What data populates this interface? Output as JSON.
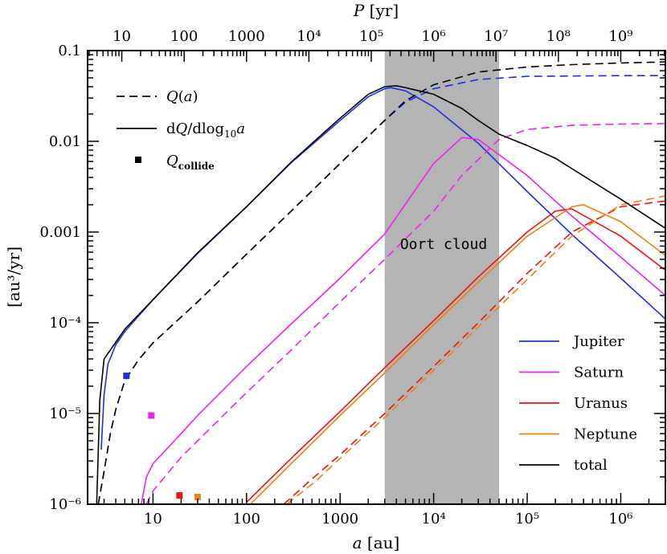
{
  "chart_data": {
    "type": "line",
    "xlabel": "a [au]",
    "ylabel": "[au³/yr]",
    "top_xlabel": "P [yr]",
    "x_scale": "log",
    "y_scale": "log",
    "xlim": [
      2,
      3000000
    ],
    "ylim": [
      1e-06,
      0.1
    ],
    "x_ticks": [
      {
        "value": 10,
        "label": "10"
      },
      {
        "value": 100,
        "label": "100"
      },
      {
        "value": 1000,
        "label": "1000"
      },
      {
        "value": 10000,
        "label": "10⁴"
      },
      {
        "value": 100000,
        "label": "10⁵"
      },
      {
        "value": 1000000,
        "label": "10⁶"
      }
    ],
    "y_ticks": [
      {
        "value": 1e-06,
        "label": "10⁻⁶"
      },
      {
        "value": 1e-05,
        "label": "10⁻⁵"
      },
      {
        "value": 0.0001,
        "label": "10⁻⁴"
      },
      {
        "value": 0.001,
        "label": "0.001"
      },
      {
        "value": 0.01,
        "label": "0.01"
      },
      {
        "value": 0.1,
        "label": "0.1"
      }
    ],
    "top_ticks": [
      {
        "value": 10,
        "label": "10"
      },
      {
        "value": 100,
        "label": "100"
      },
      {
        "value": 1000,
        "label": "1000"
      },
      {
        "value": 10000,
        "label": "10⁴"
      },
      {
        "value": 100000,
        "label": "10⁵"
      },
      {
        "value": 1000000,
        "label": "10⁶"
      },
      {
        "value": 10000000,
        "label": "10⁷"
      },
      {
        "value": 100000000,
        "label": "10⁸"
      },
      {
        "value": 1000000000,
        "label": "10⁹"
      }
    ],
    "shaded_region": {
      "x": [
        3000,
        50000
      ],
      "label": "Oort cloud",
      "color": "#b4b4b4"
    },
    "style_legend": [
      {
        "label": "Q(a)",
        "style": "dashed"
      },
      {
        "label": "dQ/dlog₁₀a",
        "style": "solid"
      },
      {
        "label": "Q_collide",
        "style": "marker"
      }
    ],
    "series": [
      {
        "name": "Jupiter",
        "color": "#1f2fe0",
        "solid": [
          [
            2.8,
            4e-06
          ],
          [
            3,
            1.6e-05
          ],
          [
            3.3,
            3.5e-05
          ],
          [
            4,
            5.7e-05
          ],
          [
            5,
            8e-05
          ],
          [
            10,
            0.00018
          ],
          [
            30,
            0.00058
          ],
          [
            100,
            0.0019
          ],
          [
            300,
            0.0058
          ],
          [
            1000,
            0.017
          ],
          [
            2000,
            0.031
          ],
          [
            3000,
            0.038
          ],
          [
            3500,
            0.039
          ],
          [
            5000,
            0.036
          ],
          [
            10000,
            0.024
          ],
          [
            30000,
            0.0095
          ],
          [
            100000,
            0.0028
          ],
          [
            300000,
            0.00094
          ],
          [
            1000000,
            0.00031
          ],
          [
            3000000,
            0.00011
          ]
        ],
        "dashed": [
          [
            2.6,
            1e-06
          ],
          [
            3,
            2.3e-06
          ],
          [
            3.5,
            6e-06
          ],
          [
            4,
            1.1e-05
          ],
          [
            5,
            2.3e-05
          ],
          [
            7,
            3.9e-05
          ],
          [
            10,
            6e-05
          ],
          [
            30,
            0.00017
          ],
          [
            100,
            0.00057
          ],
          [
            300,
            0.0017
          ],
          [
            1000,
            0.0057
          ],
          [
            3000,
            0.017
          ],
          [
            5000,
            0.027
          ],
          [
            10000,
            0.038
          ],
          [
            30000,
            0.048
          ],
          [
            100000,
            0.052
          ],
          [
            1000000,
            0.053
          ],
          [
            3000000,
            0.053
          ]
        ]
      },
      {
        "name": "Saturn",
        "color": "#ee22ee",
        "solid": [
          [
            7.5,
            1e-06
          ],
          [
            8.5,
            2e-06
          ],
          [
            10,
            2.8e-06
          ],
          [
            20,
            6e-06
          ],
          [
            30,
            9.5e-06
          ],
          [
            100,
            3.3e-05
          ],
          [
            300,
            9.7e-05
          ],
          [
            1000,
            0.00031
          ],
          [
            3000,
            0.00095
          ],
          [
            10000,
            0.0057
          ],
          [
            20000,
            0.011
          ],
          [
            30000,
            0.0105
          ],
          [
            100000,
            0.0042
          ],
          [
            300000,
            0.0015
          ],
          [
            1000000,
            0.00053
          ],
          [
            3000000,
            0.0002
          ]
        ],
        "dashed": [
          [
            8.5,
            1e-06
          ],
          [
            10,
            1.4e-06
          ],
          [
            20,
            3.3e-06
          ],
          [
            30,
            5e-06
          ],
          [
            100,
            1.7e-05
          ],
          [
            300,
            5e-05
          ],
          [
            1000,
            0.00017
          ],
          [
            3000,
            0.0005
          ],
          [
            10000,
            0.0017
          ],
          [
            20000,
            0.0042
          ],
          [
            50000,
            0.0105
          ],
          [
            100000,
            0.0135
          ],
          [
            300000,
            0.015
          ],
          [
            1000000,
            0.0155
          ],
          [
            3000000,
            0.0157
          ]
        ]
      },
      {
        "name": "Uranus",
        "color": "#ee1111",
        "solid": [
          [
            100,
            1.05e-06
          ],
          [
            300,
            3.2e-06
          ],
          [
            1000,
            1.05e-05
          ],
          [
            3000,
            3.2e-05
          ],
          [
            10000,
            0.000105
          ],
          [
            30000,
            0.00032
          ],
          [
            100000,
            0.001
          ],
          [
            200000,
            0.0017
          ],
          [
            300000,
            0.0018
          ],
          [
            1000000,
            0.0009
          ],
          [
            3000000,
            0.00038
          ]
        ],
        "dashed": [
          [
            250,
            1e-06
          ],
          [
            500,
            1.9e-06
          ],
          [
            1000,
            3.5e-06
          ],
          [
            3000,
            1e-05
          ],
          [
            10000,
            3.3e-05
          ],
          [
            30000,
            0.0001
          ],
          [
            100000,
            0.00035
          ],
          [
            300000,
            0.001
          ],
          [
            1000000,
            0.0019
          ],
          [
            3000000,
            0.0022
          ]
        ]
      },
      {
        "name": "Neptune",
        "color": "#f08010",
        "solid": [
          [
            110,
            1e-06
          ],
          [
            300,
            2.8e-06
          ],
          [
            1000,
            9.5e-06
          ],
          [
            3000,
            2.8e-05
          ],
          [
            10000,
            9.5e-05
          ],
          [
            30000,
            0.00028
          ],
          [
            100000,
            0.0009
          ],
          [
            300000,
            0.0019
          ],
          [
            400000,
            0.002
          ],
          [
            1000000,
            0.0013
          ],
          [
            3000000,
            0.00055
          ]
        ],
        "dashed": [
          [
            270,
            1e-06
          ],
          [
            550,
            1.8e-06
          ],
          [
            1000,
            3.2e-06
          ],
          [
            3000,
            9e-06
          ],
          [
            10000,
            3e-05
          ],
          [
            30000,
            9e-05
          ],
          [
            100000,
            0.0003
          ],
          [
            300000,
            0.0009
          ],
          [
            1000000,
            0.002
          ],
          [
            3000000,
            0.0025
          ]
        ]
      },
      {
        "name": "total",
        "color": "#000000",
        "solid": [
          [
            2.5,
            1e-06
          ],
          [
            2.7,
            1.4e-05
          ],
          [
            3,
            4e-05
          ],
          [
            3.5,
            5e-05
          ],
          [
            5,
            8.5e-05
          ],
          [
            10,
            0.00018
          ],
          [
            30,
            0.00059
          ],
          [
            100,
            0.0019
          ],
          [
            300,
            0.0059
          ],
          [
            1000,
            0.018
          ],
          [
            2000,
            0.033
          ],
          [
            3000,
            0.04
          ],
          [
            4000,
            0.041
          ],
          [
            5000,
            0.039
          ],
          [
            10000,
            0.033
          ],
          [
            20000,
            0.023
          ],
          [
            30000,
            0.017
          ],
          [
            50000,
            0.012
          ],
          [
            100000,
            0.009
          ],
          [
            200000,
            0.0065
          ],
          [
            300000,
            0.005
          ],
          [
            1000000,
            0.0023
          ],
          [
            3000000,
            0.0011
          ]
        ],
        "dashed": [
          [
            2.6,
            1e-06
          ],
          [
            3,
            2.3e-06
          ],
          [
            3.5,
            6e-06
          ],
          [
            4,
            1.1e-05
          ],
          [
            5,
            2.3e-05
          ],
          [
            7,
            3.9e-05
          ],
          [
            10,
            6e-05
          ],
          [
            30,
            0.00017
          ],
          [
            100,
            0.00057
          ],
          [
            300,
            0.0017
          ],
          [
            1000,
            0.0057
          ],
          [
            3000,
            0.017
          ],
          [
            5000,
            0.028
          ],
          [
            10000,
            0.042
          ],
          [
            30000,
            0.058
          ],
          [
            100000,
            0.066
          ],
          [
            300000,
            0.07
          ],
          [
            1000000,
            0.073
          ],
          [
            3000000,
            0.075
          ]
        ]
      }
    ],
    "collide_points": [
      {
        "name": "Jupiter",
        "x": 5.2,
        "y": 2.6e-05,
        "color": "#1f2fe0"
      },
      {
        "name": "Saturn",
        "x": 9.6,
        "y": 9.5e-06,
        "color": "#ee22ee"
      },
      {
        "name": "Uranus",
        "x": 19.2,
        "y": 1.25e-06,
        "color": "#ee1111"
      },
      {
        "name": "Neptune",
        "x": 30,
        "y": 1.2e-06,
        "color": "#f08010"
      }
    ]
  }
}
